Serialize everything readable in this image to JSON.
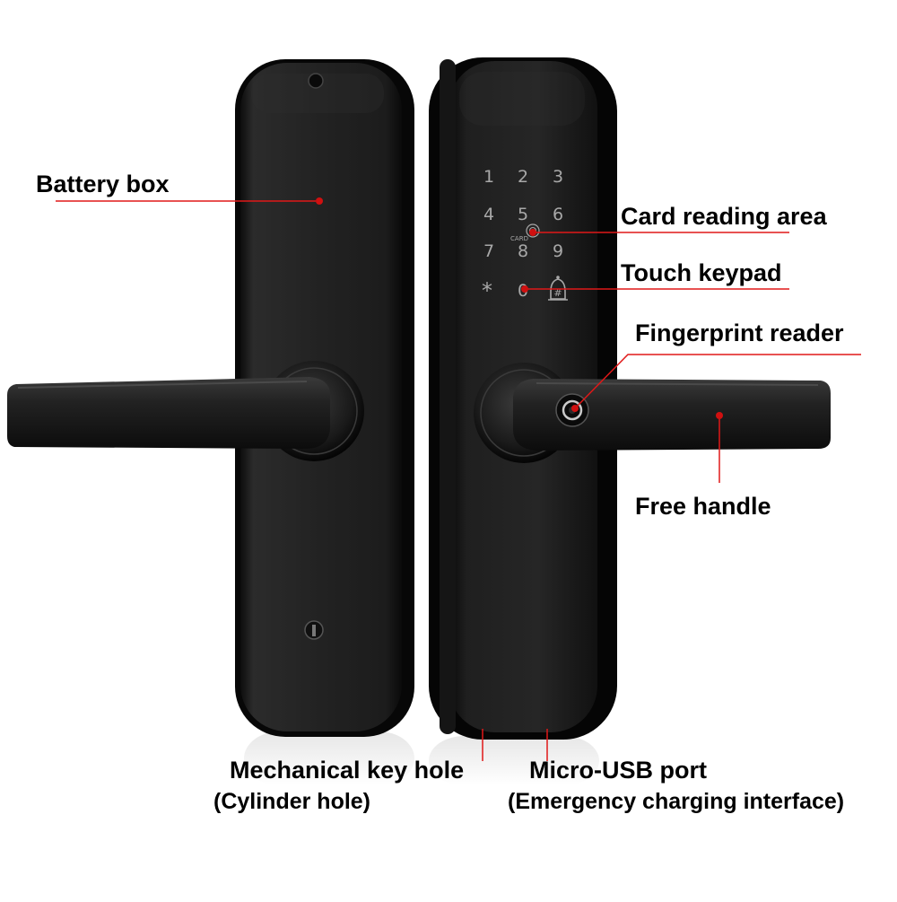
{
  "labels": {
    "battery_box": "Battery box",
    "card_reading_area": "Card reading area",
    "touch_keypad": "Touch keypad",
    "fingerprint_reader": "Fingerprint reader",
    "free_handle": "Free handle",
    "mechanical_key_hole": "Mechanical key hole",
    "cylinder_hole": "(Cylinder hole)",
    "micro_usb_port": "Micro-USB port",
    "emergency_charging": "(Emergency charging interface)"
  },
  "keypad": {
    "keys": [
      "1",
      "2",
      "3",
      "4",
      "5",
      "6",
      "7",
      "8",
      "9",
      "*",
      "0",
      "#"
    ],
    "card_text": "CARD"
  },
  "colors": {
    "callout_line": "#e01818",
    "callout_dot": "#d01010",
    "lock_body": "#1a1a1a"
  },
  "icons": {
    "doorbell": "bell-icon",
    "card": "nfc-icon",
    "keyhole": "keyhole-icon",
    "fingerprint": "fingerprint-icon"
  }
}
